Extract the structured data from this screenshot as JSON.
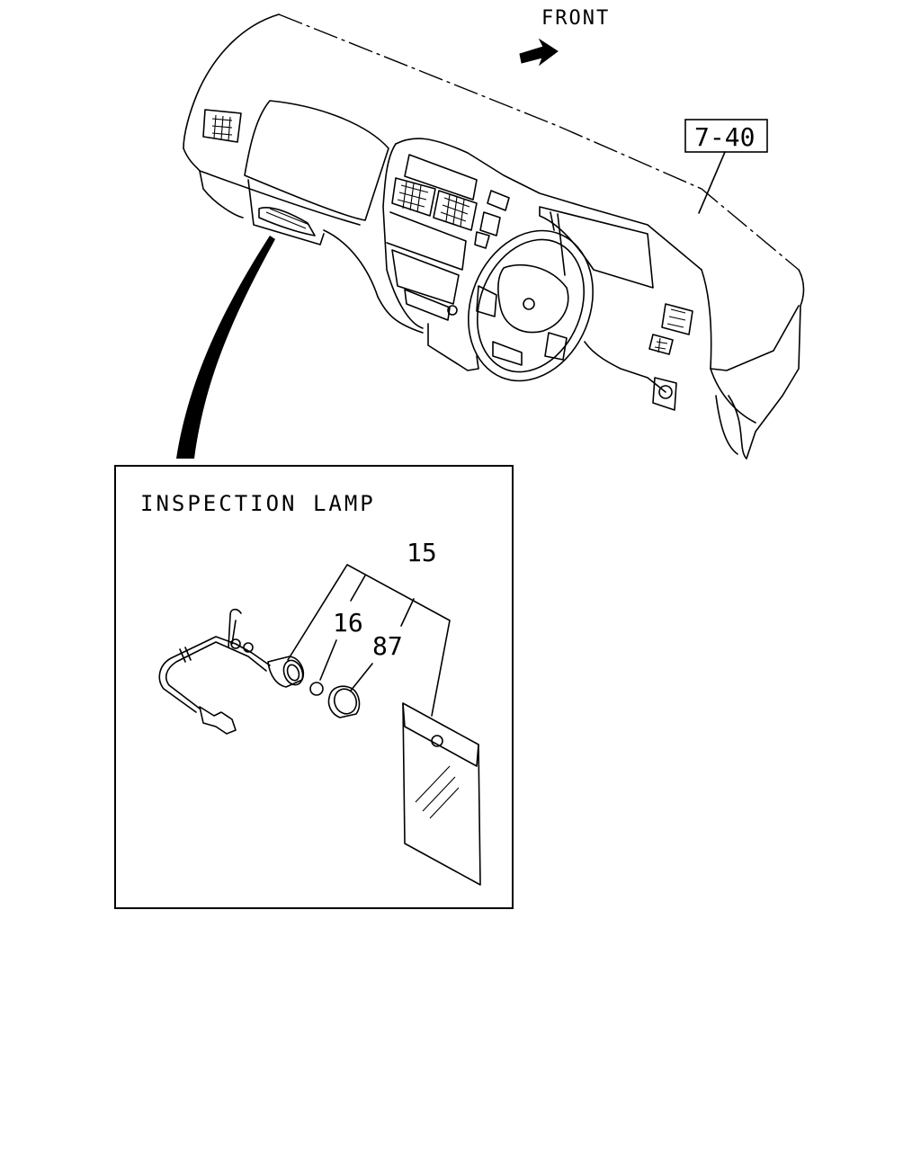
{
  "direction_label": "FRONT",
  "reference_label": "7-40",
  "inset": {
    "title": "INSPECTION LAMP",
    "callouts": {
      "assembly": "15",
      "bulb": "16",
      "socket": "87"
    }
  },
  "colors": {
    "ink": "#000000",
    "background": "#ffffff"
  },
  "icons": {
    "direction": "front-arrow-icon"
  }
}
